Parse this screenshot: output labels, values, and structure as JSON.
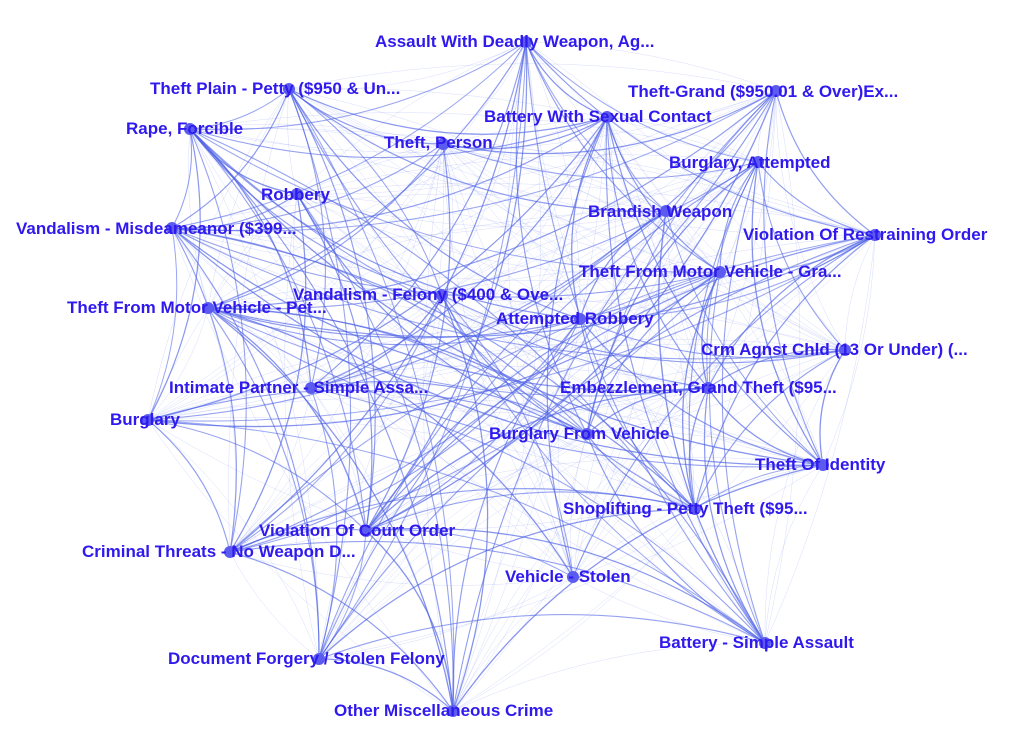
{
  "graph": {
    "nodes": [
      {
        "id": "assault-deadly-weapon",
        "label": "Assault With Deadly Weapon, Ag..."
      },
      {
        "id": "theft-plain-petty",
        "label": "Theft Plain - Petty ($950 & Un..."
      },
      {
        "id": "theft-grand",
        "label": "Theft-Grand ($950.01 & Over)Ex..."
      },
      {
        "id": "battery-sexual-contact",
        "label": "Battery With Sexual Contact"
      },
      {
        "id": "rape-forcible",
        "label": "Rape, Forcible"
      },
      {
        "id": "theft-person",
        "label": "Theft, Person"
      },
      {
        "id": "burglary-attempted",
        "label": "Burglary, Attempted"
      },
      {
        "id": "robbery",
        "label": "Robbery"
      },
      {
        "id": "brandish-weapon",
        "label": "Brandish Weapon"
      },
      {
        "id": "vandalism-misdemeanor",
        "label": "Vandalism - Misdeameanor ($399..."
      },
      {
        "id": "violation-restraining-order",
        "label": "Violation Of Restraining Order"
      },
      {
        "id": "theft-mv-grand",
        "label": "Theft From Motor Vehicle - Gra..."
      },
      {
        "id": "vandalism-felony",
        "label": "Vandalism - Felony ($400 & Ove..."
      },
      {
        "id": "theft-mv-petty",
        "label": "Theft From Motor Vehicle - Pet..."
      },
      {
        "id": "attempted-robbery",
        "label": "Attempted Robbery"
      },
      {
        "id": "crm-agnst-chld",
        "label": "Crm Agnst Chld (13 Or Under) (..."
      },
      {
        "id": "intimate-partner",
        "label": "Intimate Partner - Simple Assa..."
      },
      {
        "id": "embezzlement",
        "label": "Embezzlement, Grand Theft ($95..."
      },
      {
        "id": "burglary",
        "label": "Burglary"
      },
      {
        "id": "burglary-from-vehicle",
        "label": "Burglary From Vehicle"
      },
      {
        "id": "theft-of-identity",
        "label": "Theft Of Identity"
      },
      {
        "id": "shoplifting-petty",
        "label": "Shoplifting - Petty Theft ($95..."
      },
      {
        "id": "violation-court-order",
        "label": "Violation Of Court Order"
      },
      {
        "id": "criminal-threats",
        "label": "Criminal Threats - No Weapon D..."
      },
      {
        "id": "vehicle-stolen",
        "label": "Vehicle - Stolen"
      },
      {
        "id": "battery-simple-assault",
        "label": "Battery - Simple Assault"
      },
      {
        "id": "document-forgery",
        "label": "Document Forgery / Stolen Felony"
      },
      {
        "id": "other-misc-crime",
        "label": "Other Miscellaneous Crime"
      }
    ],
    "edge_color": "#4f63e6",
    "node_color": "#5b5bef",
    "label_color": "#2f19ee"
  }
}
